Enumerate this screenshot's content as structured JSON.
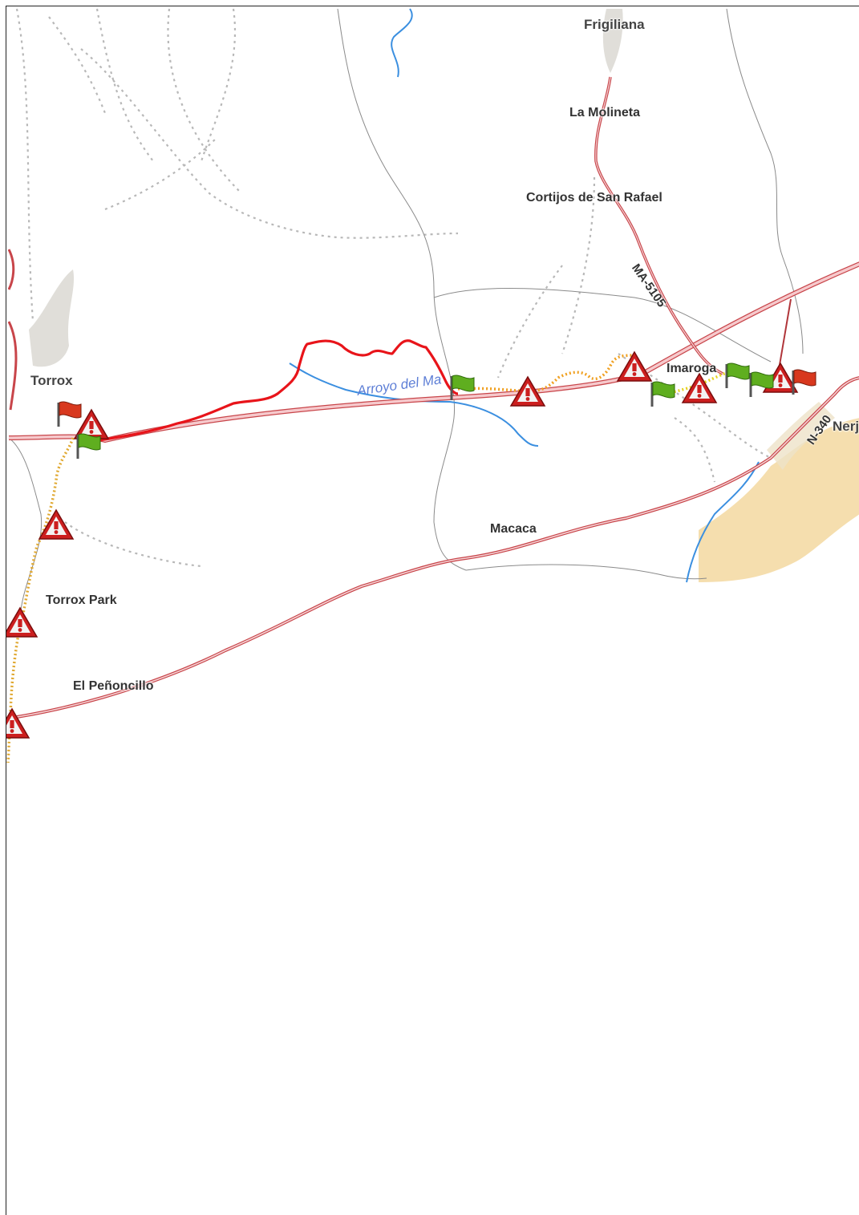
{
  "places": {
    "frigiliana": "Frigiliana",
    "la_molineta": "La Molineta",
    "cortijos": "Cortijos de San Rafael",
    "torrox": "Torrox",
    "imaroga": "Imaroga",
    "nerja": "Nerj",
    "macaca": "Macaca",
    "torrox_park": "Torrox Park",
    "el_penoncillo": "El Peñoncillo"
  },
  "roads": {
    "ma5105": "MA-5105",
    "n340": "N-340"
  },
  "water": {
    "arroyo": "Arroyo del Ma"
  },
  "colors": {
    "route_red": "#e8141a",
    "route_orange": "#f0a020",
    "route_yellow": "#e6d11e",
    "road_red": "#c8454a",
    "road_pink": "#f0a8ac",
    "river": "#3b8fe0",
    "urban": "#f4d9a0",
    "hazard": "#cc1f1f",
    "flag_green": "#5fae1f",
    "flag_red": "#d8381e"
  },
  "markers": {
    "hazard_icon": "warning-triangle-icon",
    "start_flag_icon": "green-flag-icon",
    "end_flag_icon": "red-flag-icon"
  }
}
